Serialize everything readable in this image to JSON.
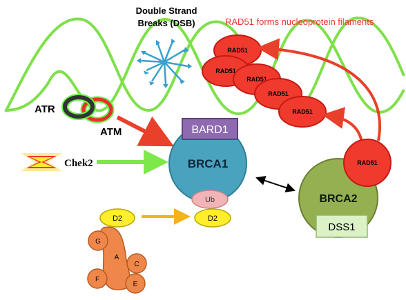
{
  "labels": {
    "dsb_line1": "Double Strand",
    "dsb_line2": "Breaks (DSB)",
    "rad51_caption": "RAD51 forms nucleoprotein filaments",
    "atr": "ATR",
    "atm": "ATM",
    "chek2": "Chek2",
    "bard1": "BARD1",
    "brca1": "BRCA1",
    "ub": "Ub",
    "d2": "D2",
    "brca2": "BRCA2",
    "dss1": "DSS1",
    "rad51": "RAD51",
    "fa_subunits": [
      "G",
      "A",
      "C",
      "F",
      "E"
    ]
  },
  "colors": {
    "dna_strand": "#7fe04a",
    "rad51_fill": "#f03a2e",
    "rad51_stroke": "#c41a12",
    "rad51_caption": "#e8352b",
    "bard1_fill": "#8e6bb0",
    "brca1_fill": "#4aa3be",
    "ub_fill": "#f2b4b6",
    "d2_fill": "#ffee2a",
    "fa_core_fill": "#f0874a",
    "brca2_fill": "#95b050",
    "dss1_fill": "#dcf1c6",
    "atr_ring": "#333333",
    "atm_ring": "#e8302a",
    "ring_glow": "#6cf04a",
    "arrow_red": "#e8402a",
    "arrow_green": "#7ee84a",
    "arrow_orange": "#f5b21a",
    "dsb_burst": "#3aa0cc"
  },
  "icons": {
    "dsb_burst": "starburst-icon",
    "chek2": "bowtie-icon"
  }
}
